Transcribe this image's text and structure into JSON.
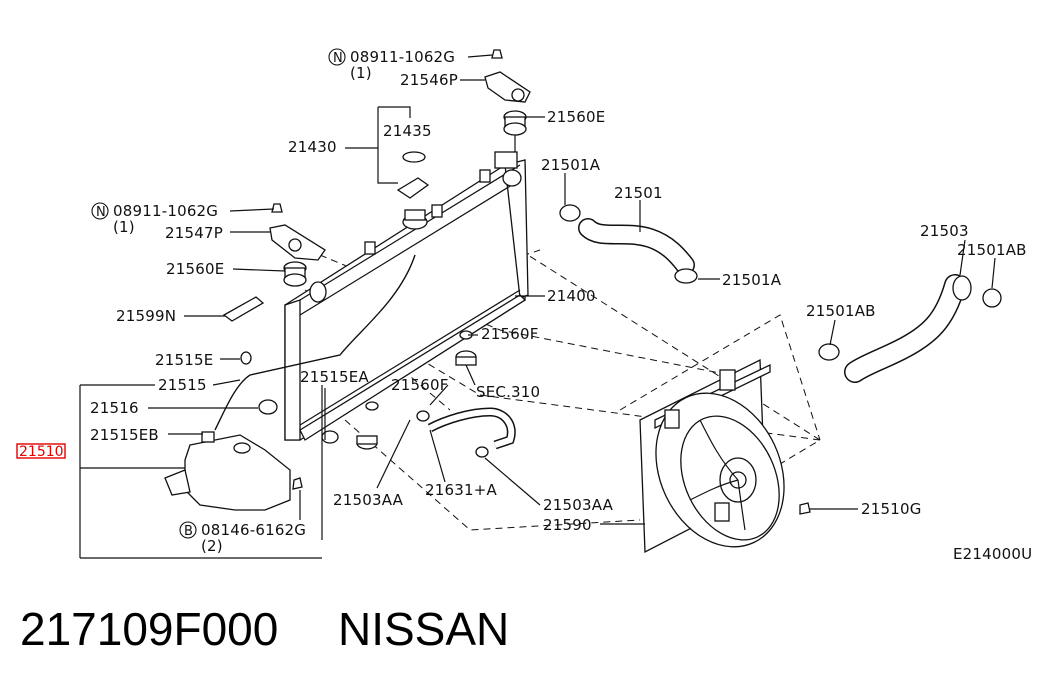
{
  "diagram_code": "E214000U",
  "part_number": "217109F000",
  "brand": "NISSAN",
  "highlight_color": "#e00000",
  "labels": {
    "bolt_top_code": "08911-1062G",
    "bolt_top_qty": "(1)",
    "bracket_top": "21546P",
    "mount_top": "21560E",
    "cap_assembly": "21430",
    "cap_seal": "21435",
    "clamp_upper": "21501A",
    "hose_upper": "21501",
    "hose_lower": "21503",
    "clamp_lower_right": "21501AB",
    "bolt_left_code": "08911-1062G",
    "bolt_left_qty": "(1)",
    "bracket_left": "21547P",
    "mount_left": "21560E",
    "clamp_upper_b": "21501A",
    "radiator": "21400",
    "label_plate": "21599N",
    "mount_center": "21560F",
    "clamp_lower_left": "21501AB",
    "reservoir_clip": "21515E",
    "ref_section": "SEC.310",
    "reservoir_hose": "21515",
    "reservoir_hose_a": "21515EA",
    "mount_lower": "21560F",
    "reservoir_cap": "21516",
    "reservoir_bracket": "21515EB",
    "reservoir_tank": "21510",
    "drain_hose": "21631+A",
    "drain_plug_a": "21503AA",
    "drain_plug_b": "21503AA",
    "fan_bolt": "21510G",
    "fan_assembly": "21590",
    "bolt_res_code": "08146-6162G",
    "bolt_res_qty": "(2)",
    "bolt_prefix_n": "N",
    "bolt_prefix_b": "B"
  }
}
